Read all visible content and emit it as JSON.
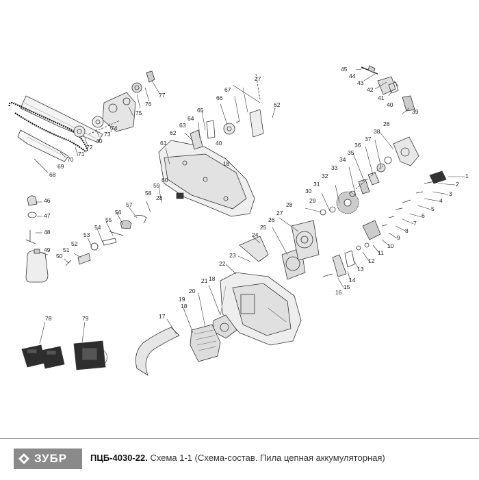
{
  "brand": {
    "name": "ЗУБР"
  },
  "title": {
    "model": "ПЦБ-4030-22.",
    "description": "Схема 1-1 (Схема-состав. Пила цепная аккумуляторная)"
  },
  "callouts": [
    {
      "id": "c1",
      "text": "1"
    },
    {
      "id": "c2",
      "text": "2"
    },
    {
      "id": "c3",
      "text": "3"
    },
    {
      "id": "c4",
      "text": "4"
    },
    {
      "id": "c5",
      "text": "5"
    },
    {
      "id": "c6",
      "text": "6"
    },
    {
      "id": "c7",
      "text": "7"
    },
    {
      "id": "c8",
      "text": "8"
    },
    {
      "id": "c9",
      "text": "9"
    },
    {
      "id": "c10",
      "text": "10"
    },
    {
      "id": "c11",
      "text": "11"
    },
    {
      "id": "c12",
      "text": "12"
    },
    {
      "id": "c13",
      "text": "13"
    },
    {
      "id": "c14",
      "text": "14"
    },
    {
      "id": "c15",
      "text": "15"
    },
    {
      "id": "c16",
      "text": "16"
    },
    {
      "id": "c17",
      "text": "17"
    },
    {
      "id": "c18a",
      "text": "18"
    },
    {
      "id": "c18b",
      "text": "18"
    },
    {
      "id": "c18c",
      "text": "18"
    },
    {
      "id": "c19",
      "text": "19"
    },
    {
      "id": "c20",
      "text": "20"
    },
    {
      "id": "c21",
      "text": "21"
    },
    {
      "id": "c22",
      "text": "22"
    },
    {
      "id": "c23",
      "text": "23"
    },
    {
      "id": "c24",
      "text": "24"
    },
    {
      "id": "c25",
      "text": "25"
    },
    {
      "id": "c26",
      "text": "26"
    },
    {
      "id": "c27a",
      "text": "27"
    },
    {
      "id": "c27b",
      "text": "27"
    },
    {
      "id": "c28a",
      "text": "28"
    },
    {
      "id": "c28b",
      "text": "28"
    },
    {
      "id": "c28c",
      "text": "28"
    },
    {
      "id": "c29",
      "text": "29"
    },
    {
      "id": "c30",
      "text": "30"
    },
    {
      "id": "c31",
      "text": "31"
    },
    {
      "id": "c32",
      "text": "32"
    },
    {
      "id": "c33",
      "text": "33"
    },
    {
      "id": "c34",
      "text": "34"
    },
    {
      "id": "c35",
      "text": "35"
    },
    {
      "id": "c36",
      "text": "36"
    },
    {
      "id": "c37",
      "text": "37"
    },
    {
      "id": "c38",
      "text": "38"
    },
    {
      "id": "c39",
      "text": "39"
    },
    {
      "id": "c40a",
      "text": "40"
    },
    {
      "id": "c40b",
      "text": "40"
    },
    {
      "id": "c40c",
      "text": "40"
    },
    {
      "id": "c41",
      "text": "41"
    },
    {
      "id": "c42",
      "text": "42"
    },
    {
      "id": "c43",
      "text": "43"
    },
    {
      "id": "c44",
      "text": "44"
    },
    {
      "id": "c45",
      "text": "45"
    },
    {
      "id": "c46",
      "text": "46"
    },
    {
      "id": "c47",
      "text": "47"
    },
    {
      "id": "c48",
      "text": "48"
    },
    {
      "id": "c49",
      "text": "49"
    },
    {
      "id": "c50",
      "text": "50"
    },
    {
      "id": "c51",
      "text": "51"
    },
    {
      "id": "c52",
      "text": "52"
    },
    {
      "id": "c53",
      "text": "53"
    },
    {
      "id": "c54",
      "text": "54"
    },
    {
      "id": "c55",
      "text": "55"
    },
    {
      "id": "c56",
      "text": "56"
    },
    {
      "id": "c57",
      "text": "57"
    },
    {
      "id": "c58",
      "text": "58"
    },
    {
      "id": "c59",
      "text": "59"
    },
    {
      "id": "c60",
      "text": "60"
    },
    {
      "id": "c61",
      "text": "61"
    },
    {
      "id": "c62a",
      "text": "62"
    },
    {
      "id": "c62b",
      "text": "62"
    },
    {
      "id": "c63",
      "text": "63"
    },
    {
      "id": "c64",
      "text": "64"
    },
    {
      "id": "c65",
      "text": "65"
    },
    {
      "id": "c66",
      "text": "66"
    },
    {
      "id": "c67",
      "text": "67"
    },
    {
      "id": "c68",
      "text": "68"
    },
    {
      "id": "c69",
      "text": "69"
    },
    {
      "id": "c70",
      "text": "70"
    },
    {
      "id": "c71",
      "text": "71"
    },
    {
      "id": "c72",
      "text": "72"
    },
    {
      "id": "c73",
      "text": "73"
    },
    {
      "id": "c74",
      "text": "74"
    },
    {
      "id": "c75",
      "text": "75"
    },
    {
      "id": "c76",
      "text": "76"
    },
    {
      "id": "c77",
      "text": "77"
    },
    {
      "id": "c78",
      "text": "78"
    },
    {
      "id": "c79",
      "text": "79"
    }
  ]
}
